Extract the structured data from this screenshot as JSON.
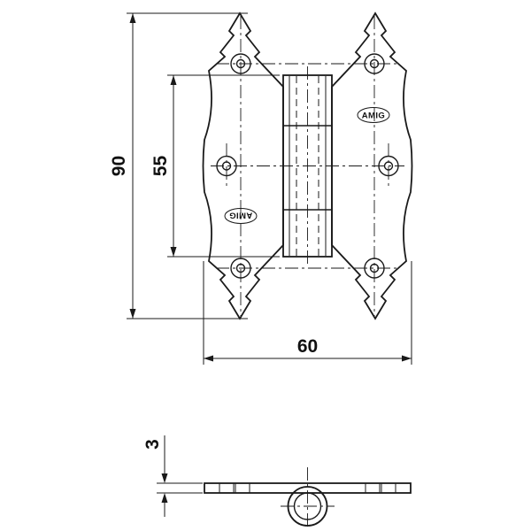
{
  "drawing": {
    "background": "#ffffff",
    "line_color": "#1a1a1a",
    "front_view": {
      "brand_stamp_upper": "AMIG",
      "brand_stamp_lower": "AMIG",
      "screw_hole_count": 6
    },
    "dimensions": {
      "overall_height": "90",
      "knuckle_length": "55",
      "overall_width": "60",
      "plate_thickness": "3"
    }
  }
}
